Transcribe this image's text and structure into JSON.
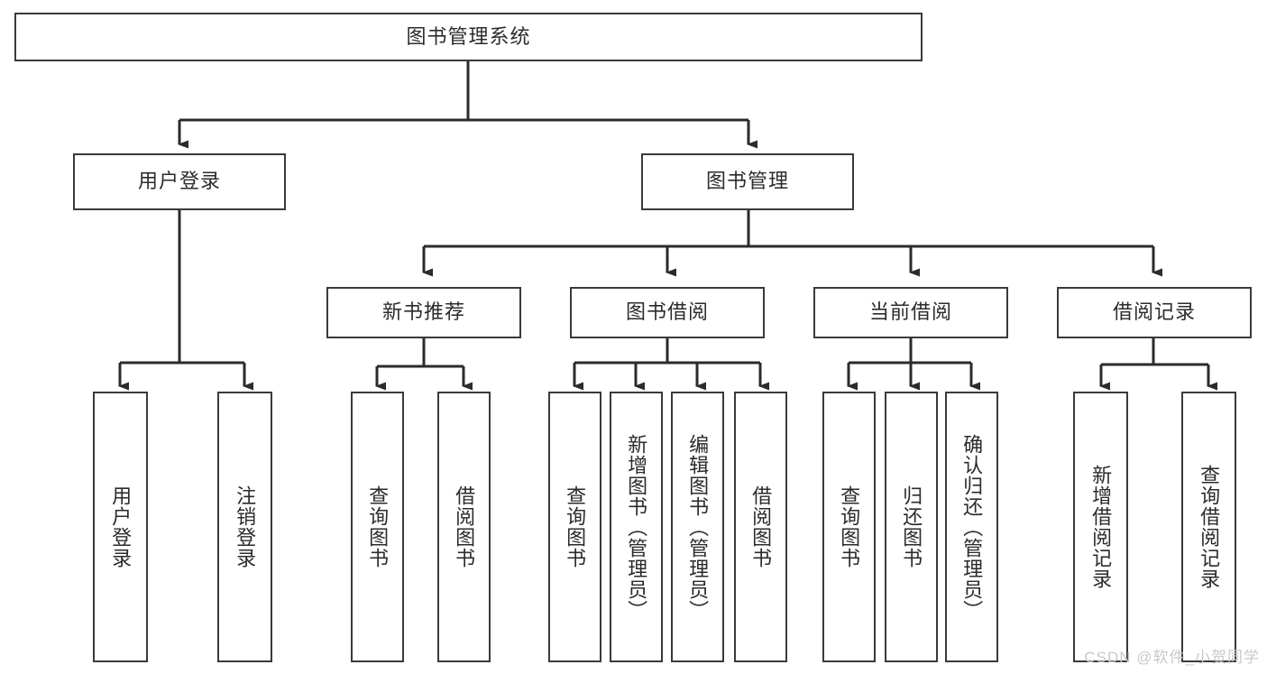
{
  "diagram": {
    "type": "tree",
    "title": "图书管理系统",
    "watermark": "CSDN @软件_小贺同学",
    "colors": {
      "box_border": "#3a3a3a",
      "box_fill": "#ffffff",
      "connector": "#2b2b2b",
      "text": "#2b2b2b",
      "watermark": "#c9c9c9"
    },
    "root": {
      "label": "图书管理系统"
    },
    "level2": [
      {
        "label": "用户登录"
      },
      {
        "label": "图书管理"
      }
    ],
    "level3": [
      {
        "label": "新书推荐"
      },
      {
        "label": "图书借阅"
      },
      {
        "label": "当前借阅"
      },
      {
        "label": "借阅记录"
      }
    ],
    "leaves": {
      "user_login": [
        {
          "label": "用户登录"
        },
        {
          "label": "注销登录"
        }
      ],
      "new_book_recommend": [
        {
          "label": "查询图书"
        },
        {
          "label": "借阅图书"
        }
      ],
      "book_borrow": [
        {
          "label": "查询图书"
        },
        {
          "label": "新增图书（管理员）"
        },
        {
          "label": "编辑图书（管理员）"
        },
        {
          "label": "借阅图书"
        }
      ],
      "current_borrow": [
        {
          "label": "查询图书"
        },
        {
          "label": "归还图书"
        },
        {
          "label": "确认归还（管理员）"
        }
      ],
      "borrow_record": [
        {
          "label": "新增借阅记录"
        },
        {
          "label": "查询借阅记录"
        }
      ]
    }
  }
}
